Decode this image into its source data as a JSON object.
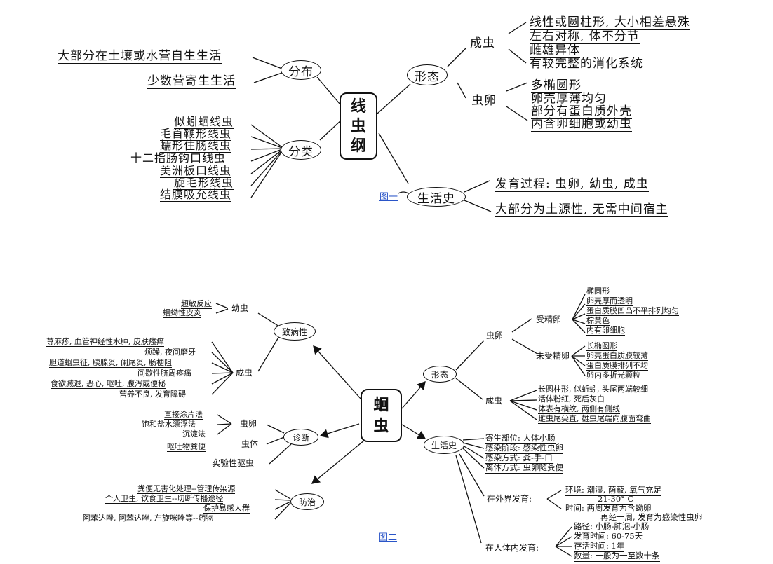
{
  "captions": {
    "fig1": "图一",
    "fig2": "图二"
  },
  "diagram1": {
    "root": [
      "线",
      "虫",
      "纲"
    ],
    "fenbu": {
      "label": "分布",
      "items": [
        "大部分在土壤或水营自生生活",
        "少数营寄生生活"
      ]
    },
    "fenlei": {
      "label": "分类",
      "items": [
        "似蚓蛔线虫",
        "毛首鞭形线虫",
        "蠕形住肠线虫",
        "十二指肠钩口线虫",
        "美洲板口线虫",
        "旋毛形线虫",
        "结膜吸允线虫"
      ]
    },
    "xingtai": {
      "label": "形态",
      "chengchong": {
        "label": "成虫",
        "items": [
          "线性或圆柱形, 大小相差悬殊",
          "左右对称, 体不分节",
          "雌雄异体",
          "有较完整的消化系统"
        ]
      },
      "chongluan": {
        "label": "虫卵",
        "items": [
          "多椭圆形",
          "卵壳厚薄均匀",
          "部分有蛋白质外壳",
          "内含卵细胞或幼虫"
        ]
      }
    },
    "shenghuoshi": {
      "label": "生活史",
      "items": [
        "发育过程: 虫卵, 幼虫, 成虫",
        "大部分为土源性, 无需中间宿主"
      ]
    }
  },
  "diagram2": {
    "root": [
      "蛔",
      "虫"
    ],
    "zhibingxing": {
      "label": "致病性",
      "youchong": {
        "label": "幼虫",
        "items": [
          "超敏反应",
          "蛔蚴性皮炎"
        ]
      },
      "chengchong": {
        "label": "成虫",
        "items": [
          "荨麻疹, 血管神经性水肿, 皮肤瘙痒",
          "烦躁, 夜间磨牙",
          "胆道蛔虫征, 胰腺炎, 阑尾炎, 肠梗阻",
          "间歇性脐周疼痛",
          "食欲减退, 恶心, 呕吐, 腹泻或便秘",
          "营养不良, 发育障碍"
        ]
      }
    },
    "zhenduan": {
      "label": "诊断",
      "chongluan": {
        "label": "虫卵",
        "items": [
          "直接涂片法",
          "饱和盐水漂浮法",
          "沉淀法"
        ]
      },
      "outu": "呕吐物粪便",
      "chongti": "虫体",
      "shiyan": "实验性驱虫"
    },
    "fangzhi": {
      "label": "防治",
      "items": [
        "粪便无害化处理--管理传染源",
        "个人卫生, 饮食卫生--切断传播途径",
        "保护易感人群",
        "阿苯达唑, 阿苯达唑, 左旋咪唑等--药物"
      ]
    },
    "xingtai": {
      "label": "形态",
      "chongluan": {
        "label": "虫卵",
        "shoujing": {
          "label": "受精卵",
          "items": [
            "椭圆形",
            "卵壳厚而透明",
            "蛋白质膜凹凸不平排列均匀",
            "棕黄色",
            "内有卵细胞"
          ]
        },
        "weishoujing": {
          "label": "未受精卵",
          "items": [
            "长椭圆形",
            "卵壳蛋白质膜较薄",
            "蛋白质膜排列不均",
            "卵内多折光颗粒"
          ]
        }
      },
      "chengchong": {
        "label": "成虫",
        "items": [
          "长圆柱形, 似蚯蚓, 头尾两端较细",
          "活体粉红, 死后灰白",
          "体表有横纹, 两侧有侧线",
          "雌虫尾尖直, 雄虫尾端向腹面弯曲"
        ]
      }
    },
    "shenghuoshi": {
      "label": "生活史",
      "items": [
        "寄生部位: 人体小肠",
        "感染阶段: 感染性虫卵",
        "感染方式: 粪-手-口",
        "离体方式: 虫卵随粪便"
      ],
      "waijie": {
        "label": "在外界发育:",
        "items": [
          "环境: 潮湿, 荫蔽, 氧气充足",
          "21-30° C",
          "时间: 两周发育为含蚴卵",
          "再经一周, 发育为感染性虫卵"
        ]
      },
      "tinei": {
        "label": "在人体内发育:",
        "items": [
          "路径: 小肠-肺泡-小肠",
          "发育时间: 60-75天",
          "存活时间: 1年",
          "数量: 一般为一至数十条"
        ]
      }
    }
  }
}
